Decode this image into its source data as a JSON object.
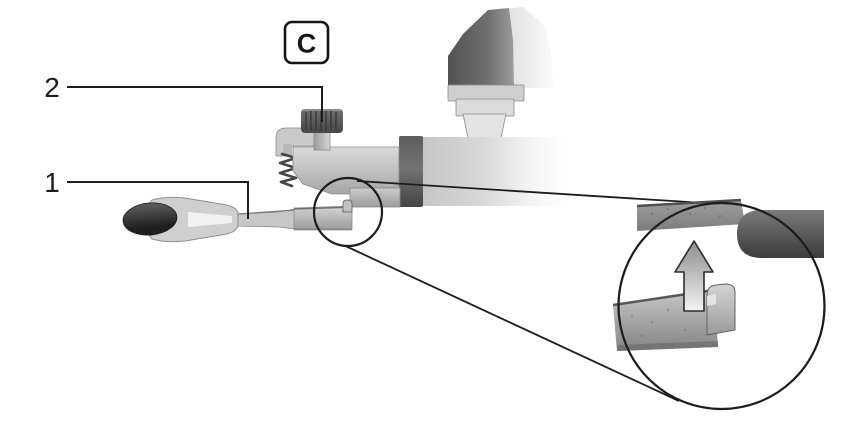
{
  "figure": {
    "panel_label": "C",
    "callouts": [
      {
        "number": "1"
      },
      {
        "number": "2"
      }
    ]
  },
  "icons": {
    "up_arrow_icon": "up-arrow",
    "magnifier_circle": "magnified-detail-circle"
  },
  "colors": {
    "line": "#1d1d1d",
    "background": "#ffffff",
    "metal_light": "#d9d9d9",
    "metal_mid": "#a9a9a9",
    "metal_dark": "#4f4f4f",
    "roller_black": "#2e2e2e"
  }
}
